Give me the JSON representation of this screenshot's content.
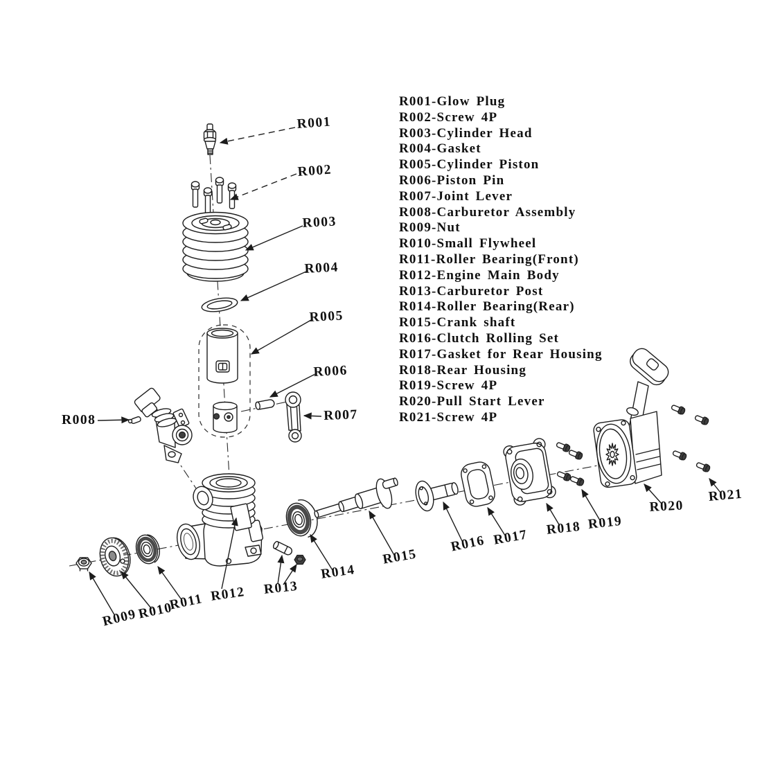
{
  "diagram": {
    "kind": "exploded-parts-diagram",
    "subject": "nitro engine",
    "background_color": "#ffffff",
    "line_color": "#1c1c1c"
  },
  "parts": [
    {
      "code": "R001",
      "name": "Glow Plug",
      "label": "R001-Glow Plug"
    },
    {
      "code": "R002",
      "name": "Screw 4P",
      "label": "R002-Screw 4P"
    },
    {
      "code": "R003",
      "name": "Cylinder Head",
      "label": "R003-Cylinder Head"
    },
    {
      "code": "R004",
      "name": "Gasket",
      "label": "R004-Gasket"
    },
    {
      "code": "R005",
      "name": "Cylinder Piston",
      "label": "R005-Cylinder Piston"
    },
    {
      "code": "R006",
      "name": "Piston Pin",
      "label": "R006-Piston Pin"
    },
    {
      "code": "R007",
      "name": "Joint Lever",
      "label": "R007-Joint Lever"
    },
    {
      "code": "R008",
      "name": "Carburetor Assembly",
      "label": "R008-Carburetor Assembly"
    },
    {
      "code": "R009",
      "name": "Nut",
      "label": "R009-Nut"
    },
    {
      "code": "R010",
      "name": "Small Flywheel",
      "label": "R010-Small Flywheel"
    },
    {
      "code": "R011",
      "name": "Roller Bearing(Front)",
      "label": "R011-Roller Bearing(Front)"
    },
    {
      "code": "R012",
      "name": "Engine Main Body",
      "label": "R012-Engine Main Body"
    },
    {
      "code": "R013",
      "name": "Carburetor Post",
      "label": "R013-Carburetor Post"
    },
    {
      "code": "R014",
      "name": "Roller Bearing(Rear)",
      "label": "R014-Roller Bearing(Rear)"
    },
    {
      "code": "R015",
      "name": "Crank shaft",
      "label": "R015-Crank shaft"
    },
    {
      "code": "R016",
      "name": "Clutch Rolling Set",
      "label": "R016-Clutch  Rolling Set"
    },
    {
      "code": "R017",
      "name": "Gasket for Rear Housing",
      "label": "R017-Gasket for Rear Housing"
    },
    {
      "code": "R018",
      "name": "Rear Housing",
      "label": "R018-Rear Housing"
    },
    {
      "code": "R019",
      "name": "Screw 4P",
      "label": "R019-Screw 4P"
    },
    {
      "code": "R020",
      "name": "Pull Start Lever",
      "label": "R020-Pull Start Lever"
    },
    {
      "code": "R021",
      "name": "Screw 4P",
      "label": "R021-Screw 4P"
    }
  ]
}
